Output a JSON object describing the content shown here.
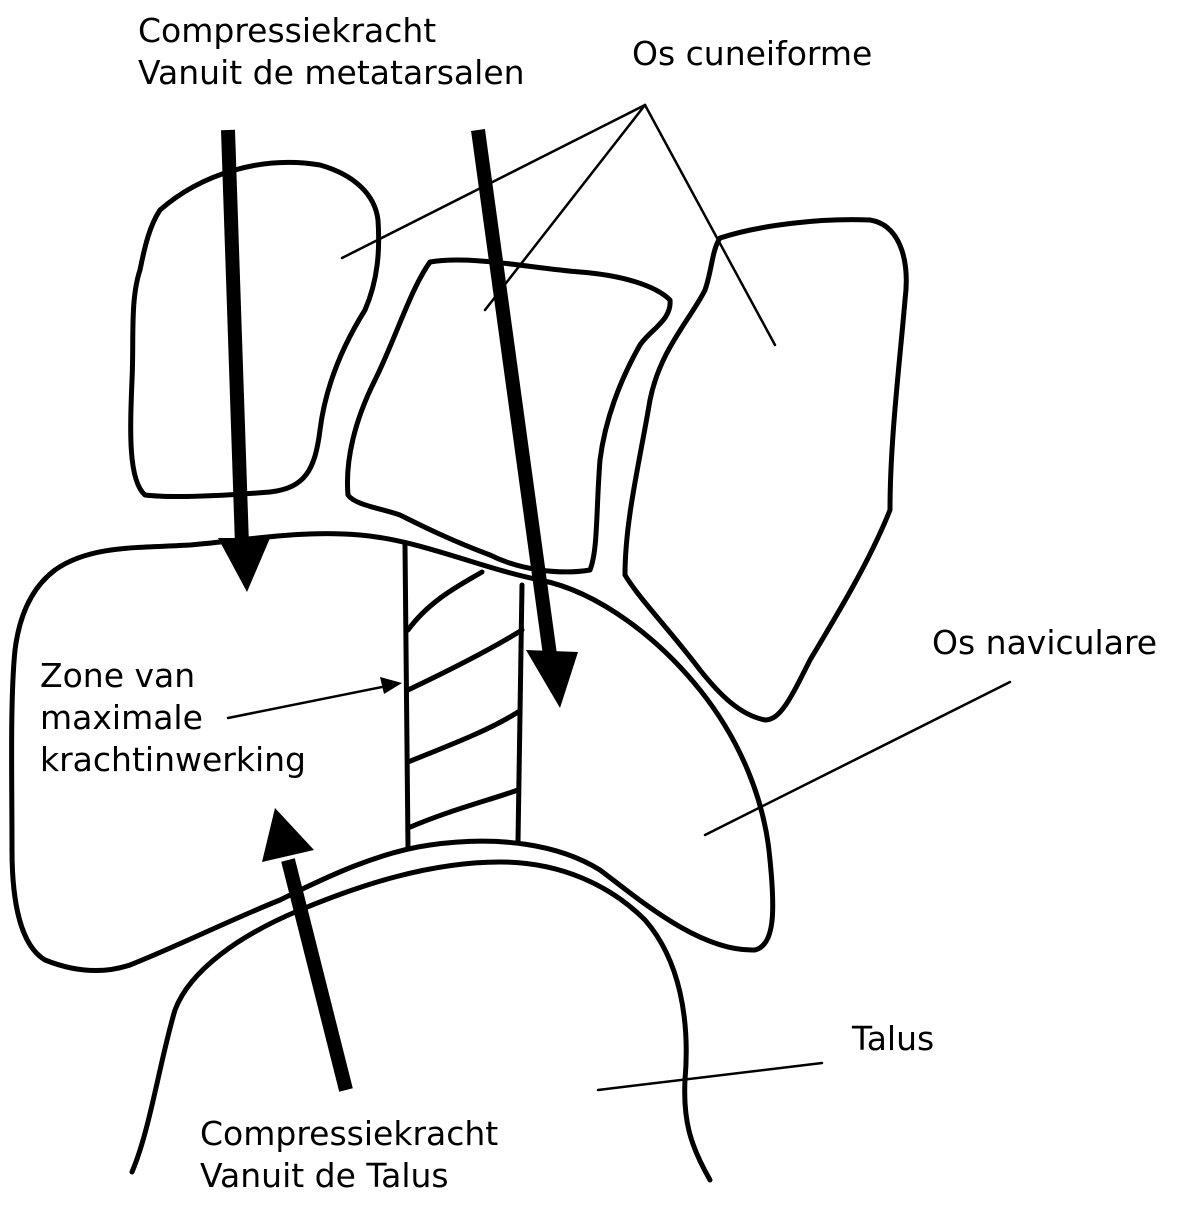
{
  "labels": {
    "compression_top_line1": "Compressiekracht",
    "compression_top_line2": "Vanuit de metatarsalen",
    "cuneiforme": "Os cuneiforme",
    "naviculare": "Os naviculare",
    "zone_line1": "Zone van",
    "zone_line2": "maximale",
    "zone_line3": "krachtinwerking",
    "talus": "Talus",
    "compression_bottom_line1": "Compressiekracht",
    "compression_bottom_line2": "Vanuit de Talus"
  },
  "colors": {
    "stroke": "#000000",
    "background": "#ffffff"
  }
}
